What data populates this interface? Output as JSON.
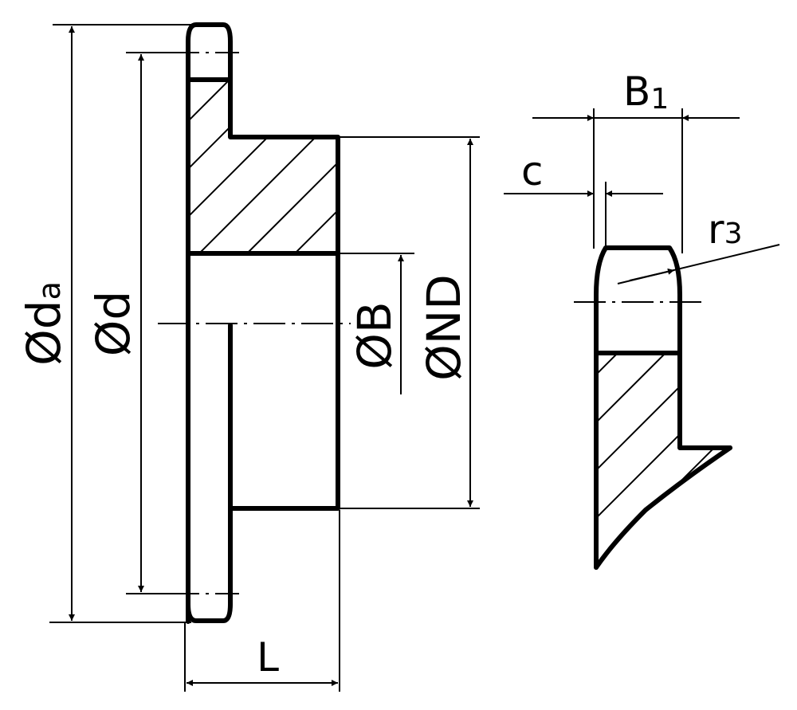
{
  "labels": {
    "diam_symbol": "Ø",
    "da_main": "d",
    "da_sub": "a",
    "d": "d",
    "b": "B",
    "nd": "ND",
    "l": "L",
    "b1_main": "B",
    "b1_sub": "1",
    "c": "c",
    "r3_main": "r",
    "r3_sub": "3"
  }
}
